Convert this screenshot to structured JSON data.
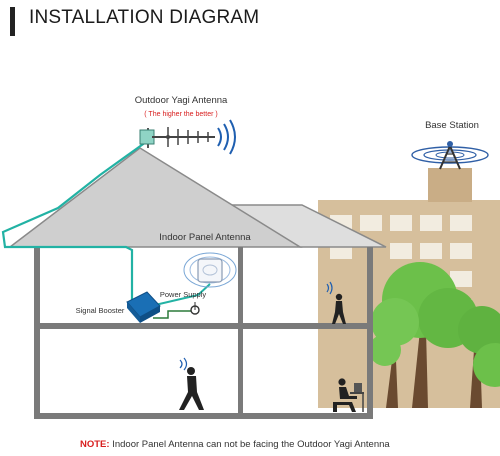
{
  "title": "INSTALLATION DIAGRAM",
  "labels": {
    "outdoor_antenna": "Outdoor Yagi Antenna",
    "outdoor_antenna_hint": "( The higher the better )",
    "base_station": "Base Station",
    "indoor_antenna": "Indoor Panel Antenna",
    "power_supply": "Power Supply",
    "signal_booster": "Signal Booster"
  },
  "note": {
    "prefix": "NOTE:",
    "text": " Indoor Panel Antenna can not be facing the Outdoor Yagi Antenna"
  },
  "colors": {
    "cable": "#22b2a4",
    "house_wall": "#7a7a7a",
    "roof": "#cfcfcf",
    "building": "#d6bf9c",
    "tree": "#6cc04a",
    "note_keyword": "#d81e1e",
    "booster": "#1a6fb5"
  },
  "icons": [
    "yagi-antenna-icon",
    "signal-wave-icon",
    "cell-tower-icon",
    "panel-antenna-icon",
    "signal-booster-icon",
    "power-supply-icon",
    "phone-user-icon",
    "desk-user-icon",
    "tree-icon"
  ]
}
